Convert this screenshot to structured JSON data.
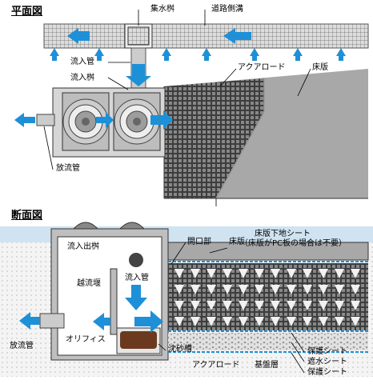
{
  "plan": {
    "title": "平面図",
    "labels": {
      "catch_basin": "集水桝",
      "roadside_ditch": "道路側溝",
      "inflow_pipe": "流入管",
      "inflow_basin": "流入桝",
      "aqua_road": "アクアロード",
      "floor_slab": "床版",
      "outflow_pipe": "放流管"
    }
  },
  "section": {
    "title": "断面図",
    "labels": {
      "inlet_outlet_basin": "流入出桝",
      "opening": "開口部",
      "floor_slab": "床版",
      "under_floor_sheet": "床版下地シート",
      "under_floor_note": "（床版がPC板の場合は不要）",
      "overflow_weir": "越流堰",
      "inflow_pipe": "流入管",
      "orifice": "オリフィス",
      "outflow_pipe": "放流管",
      "sediment_tank": "沈砂槽",
      "aqua_road": "アクアロード",
      "base_layer": "基盤層",
      "protection_sheet_1": "保護シート",
      "waterproof_sheet": "遮水シート",
      "protection_sheet_2": "保護シート"
    }
  },
  "colors": {
    "arrow": "#1e90d8",
    "concrete": "#bfbfbf",
    "slab": "#a8a8a8",
    "grating": "#606060",
    "sediment": "#6b3a1e",
    "sky": "#cfe3f1"
  }
}
